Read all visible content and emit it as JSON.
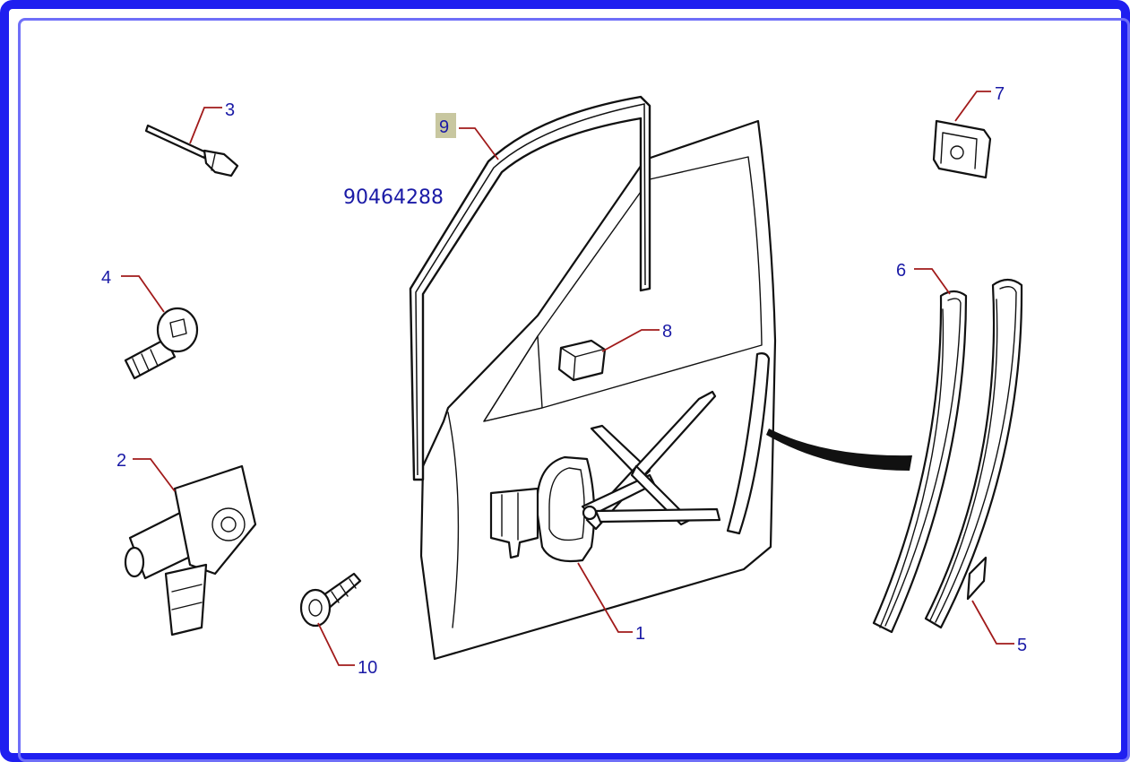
{
  "diagram": {
    "part_number": "90464288",
    "highlight_color": "#c8c7a0",
    "frame_color": "#1f1ff0",
    "label_color": "#1a1aa6",
    "leader_color": "#a11a1a",
    "callouts": {
      "c1": "1",
      "c2": "2",
      "c3": "3",
      "c4": "4",
      "c5": "5",
      "c6": "6",
      "c7": "7",
      "c8": "8",
      "c9": "9",
      "c10": "10"
    }
  }
}
